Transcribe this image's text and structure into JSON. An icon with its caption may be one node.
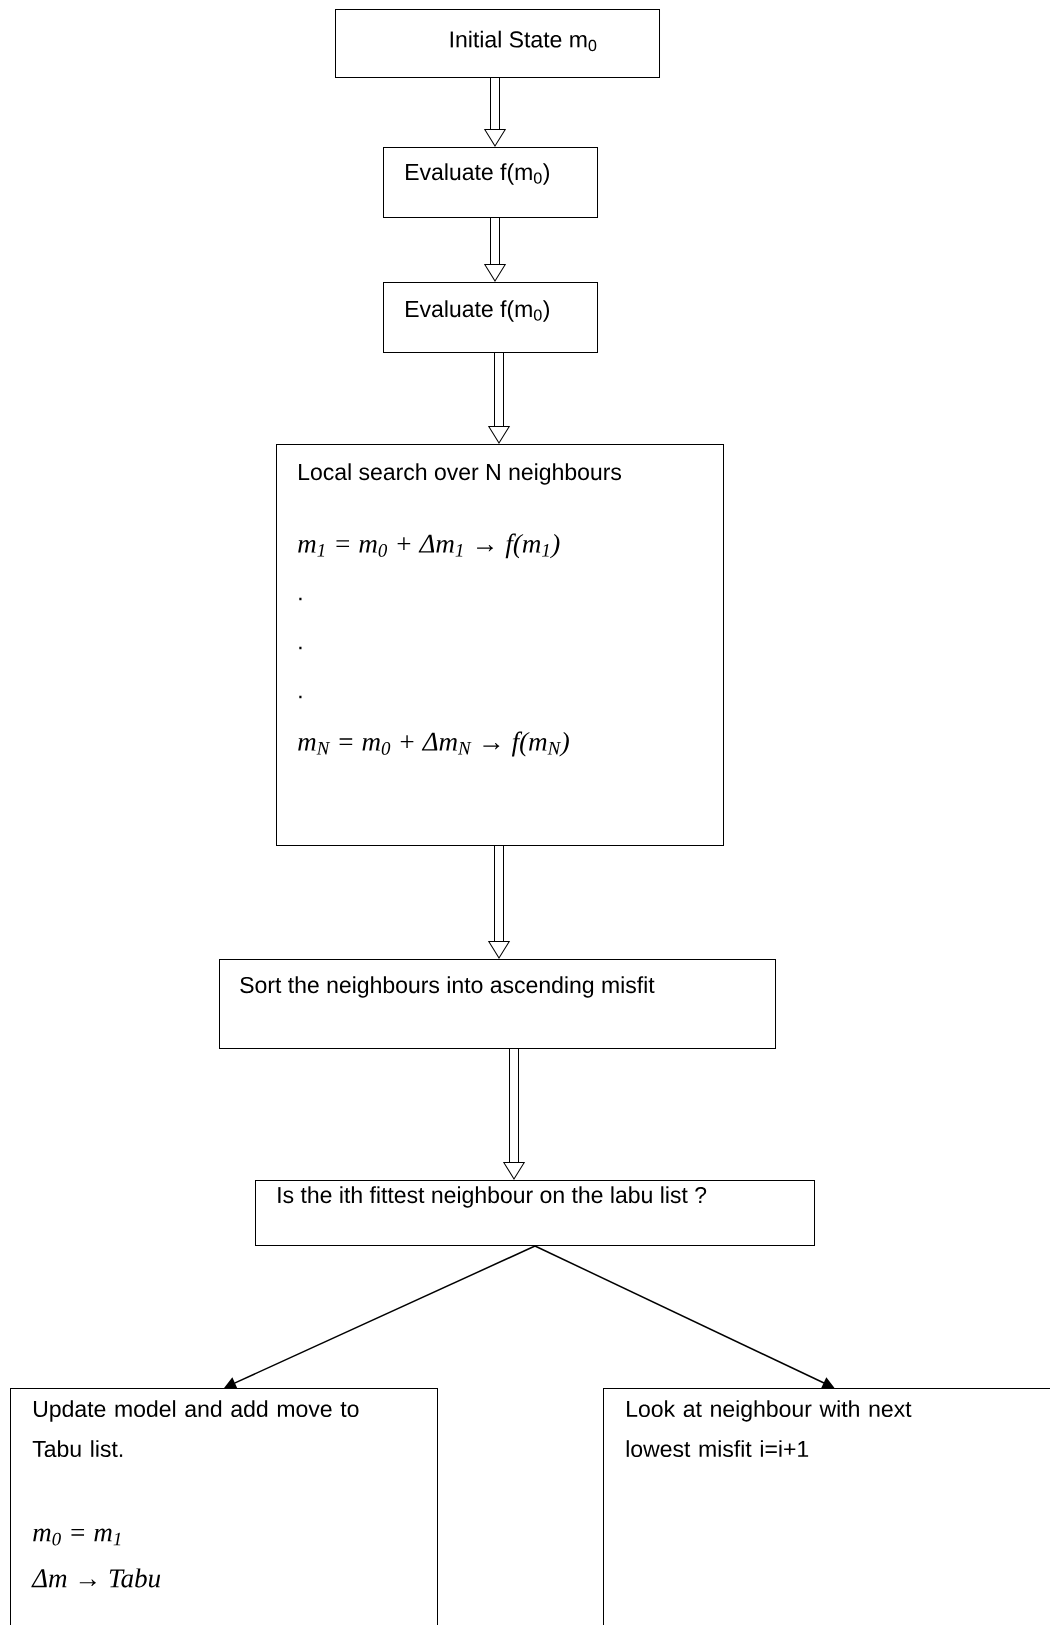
{
  "diagram": {
    "nodes": [
      {
        "text": [
          "Initial State m$_{0}$"
        ]
      },
      {
        "text": [
          "Evaluate f(m$_{0}$)"
        ]
      },
      {
        "text": [
          "Evaluate f(m$_{0}$)"
        ]
      },
      {
        "text": [
          "Local search over N neighbours",
          "m$_{1}$ = m$_{0}$ + Δm$_{1}$ → f(m$_{1}$)",
          ".",
          ".",
          ".",
          "m$_{N}$ = m$_{0}$ + Δm$_{N}$ → f(m$_{N}$)"
        ]
      },
      {
        "text": [
          "Sort the neighbours into ascending misfit"
        ]
      },
      {
        "text": [
          "Is the ith fittest neighbour on the labu list ?"
        ]
      },
      {
        "text": [
          "Update model and add move to Tabu list.",
          "m$_{0}$ = m$_{1}$",
          "Δm → Tabu"
        ]
      },
      {
        "text": [
          "Look at neighbour with next lowest misfit i=i+1"
        ]
      }
    ],
    "edges": [
      {
        "from": 0,
        "to": 1,
        "arrow": "to"
      },
      {
        "from": 1,
        "to": 2,
        "arrow": "to"
      },
      {
        "from": 2,
        "to": 3,
        "arrow": "to"
      },
      {
        "from": 3,
        "to": 4,
        "arrow": "to"
      },
      {
        "from": 4,
        "to": 5,
        "arrow": "to"
      },
      {
        "from": 5,
        "to": 6,
        "arrow": "to"
      },
      {
        "from": 5,
        "to": 7,
        "arrow": "to"
      }
    ]
  }
}
